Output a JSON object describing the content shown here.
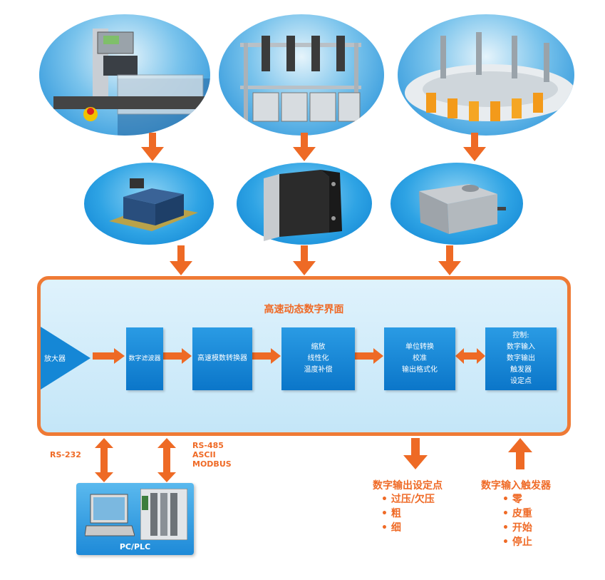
{
  "diagram": {
    "title": "高速动态数字界面",
    "blocks": {
      "amplifier": "放大器",
      "digital_filter": "数字滤波器",
      "adc": "高速模数转换器",
      "scaling": [
        "缩放",
        "线性化",
        "温度补偿"
      ],
      "unit_conversion": [
        "单位转换",
        "校准",
        "输出格式化"
      ],
      "control": [
        "控制:",
        "数字输入",
        "数字输出",
        "触发器",
        "设定点"
      ]
    },
    "interfaces": {
      "rs232": "RS-232",
      "rs485": [
        "RS-485",
        "ASCII",
        "MODBUS"
      ],
      "pc_plc": "PC/PLC"
    },
    "digital_output": {
      "title": "数字输出设定点",
      "items": [
        "• 过压/欠压",
        "• 粗",
        "• 细"
      ]
    },
    "digital_input": {
      "title": "数字输入触发器",
      "items": [
        "• 零",
        "• 皮重",
        "• 开始",
        "• 停止"
      ]
    },
    "colors": {
      "accent": "#ef6a26",
      "block_blue": "#1587d6",
      "frame_fill": "#d4edf9"
    },
    "photos": [
      "checkweigher-machine",
      "multihead-filling-machine",
      "rotary-bottle-filler"
    ],
    "sensors": [
      "platform-load-cell",
      "s-type-load-cell",
      "single-point-load-cell"
    ]
  }
}
